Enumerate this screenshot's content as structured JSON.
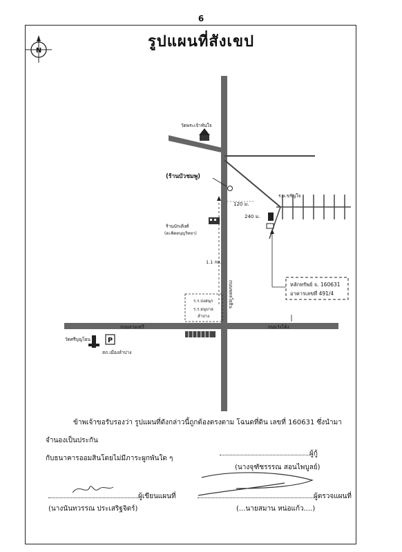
{
  "page_number": "6",
  "title": "รูปแผนที่สังเขป",
  "compass": {
    "label": "N",
    "icon": "north-arrow-icon"
  },
  "map": {
    "temple_north": "วัดพระเจ้าทันใจ",
    "landmark_pink_shop": "(ร้านบัวชมพู)",
    "shop_right": "ร.พ.ขรัญใจ",
    "distance_120": "120 ม.",
    "distance_240": "240 ม.",
    "shop_left_line1": "ร้านบักเติงศ์",
    "shop_left_line2": "(ตะพิตตบุญวิทยา)",
    "distance_1_1km": "1.1 กม.",
    "main_road": "ถนนพหลโยธิน",
    "property_line1": "หลักทรัพย์ จ. 160631",
    "property_line2": "อาคารเลขที่ 491/4",
    "school_line1": "ร.ร.ปงสนุก",
    "school_line2": "ร.ร.อนุบาล",
    "school_line3": "ลำปาง",
    "road_left": "ถนนจามเทวี",
    "road_right": "ถนนวังโค้ง",
    "temple_left": "วัดศรีบุญโยน",
    "police": "สภ.เมืองลำปาง",
    "parking_icon_letter": "P"
  },
  "statement": {
    "line1": "ข้าพเจ้าขอรับรองว่า รูปแผนที่ดังกล่าวนี้ถูกต้องตรงตาม โฉนดที่ดิน เลขที่ 160631 ซึ่งนำมาจำนองเป็นประกัน",
    "line2": "กับธนาคารออมสินโดยไม่มีภาระผูกพันใด ๆ"
  },
  "signatures": {
    "borrower_role": "ผู้กู้",
    "borrower_name": "(นางจุฑัชรรรณ สอนไพบูลย์)",
    "drawer_role": "ผู้เขียนแผนที่",
    "drawer_name": "(นางนันทวรรณ ประเสริฐจิตร์)",
    "checker_role": "ผู้ตรวจแผนที่",
    "checker_name": "(...นายสมาน หน่อแก้ว....)"
  }
}
